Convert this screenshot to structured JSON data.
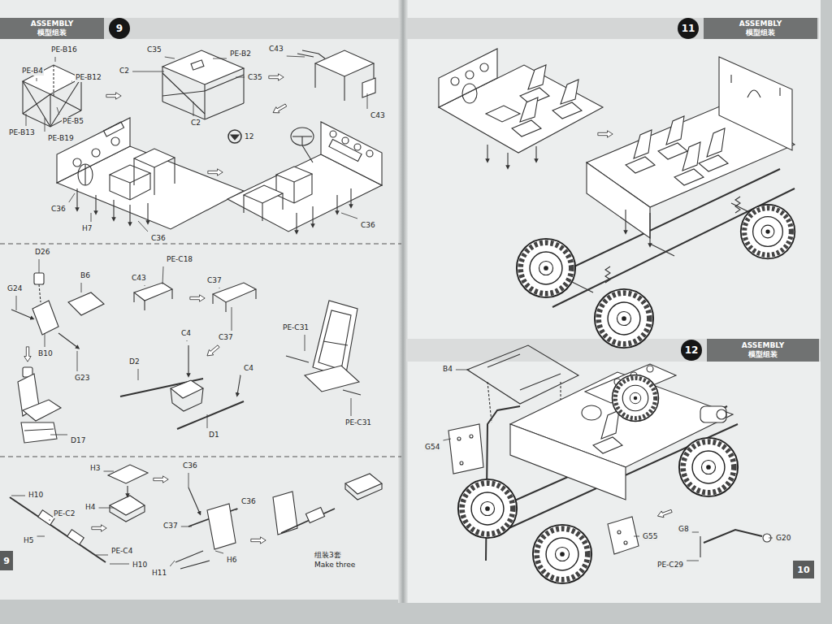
{
  "diagram": {
    "nodes": [
      {
        "text": [
          "ASSEMBLY",
          "模型组装"
        ]
      },
      {
        "text": [
          "9"
        ]
      },
      {
        "text": [
          "11"
        ]
      },
      {
        "text": [
          "ASSEMBLY",
          "模型组装"
        ]
      },
      {
        "text": [
          "12"
        ]
      },
      {
        "text": [
          "ASSEMBLY",
          "模型组装"
        ]
      },
      {
        "text": [
          "9"
        ]
      },
      {
        "text": [
          "10"
        ]
      }
    ],
    "labels": [
      "PE-B16",
      "PE-B4",
      "PE-B12",
      "PE-B13",
      "PE-B5",
      "PE-B19",
      "C35",
      "PE-B2",
      "C2",
      "C35",
      "C2",
      "C43",
      "C43",
      "C36",
      "H7",
      "C36",
      "12",
      "C36",
      "D26",
      "B6",
      "G24",
      "B10",
      "G23",
      "D17",
      "C43",
      "PE-C18",
      "C37",
      "C37",
      "C4",
      "D2",
      "C4",
      "D1",
      "PE-C31",
      "PE-C31",
      "H3",
      "H4",
      "C36",
      "C36",
      "C37",
      "H10",
      "PE-C2",
      "H5",
      "PE-C4",
      "H10",
      "H6",
      "H11",
      "组装3套",
      "Make three",
      "B4",
      "G54",
      "G55",
      "G8",
      "G20",
      "PE-C29"
    ]
  }
}
